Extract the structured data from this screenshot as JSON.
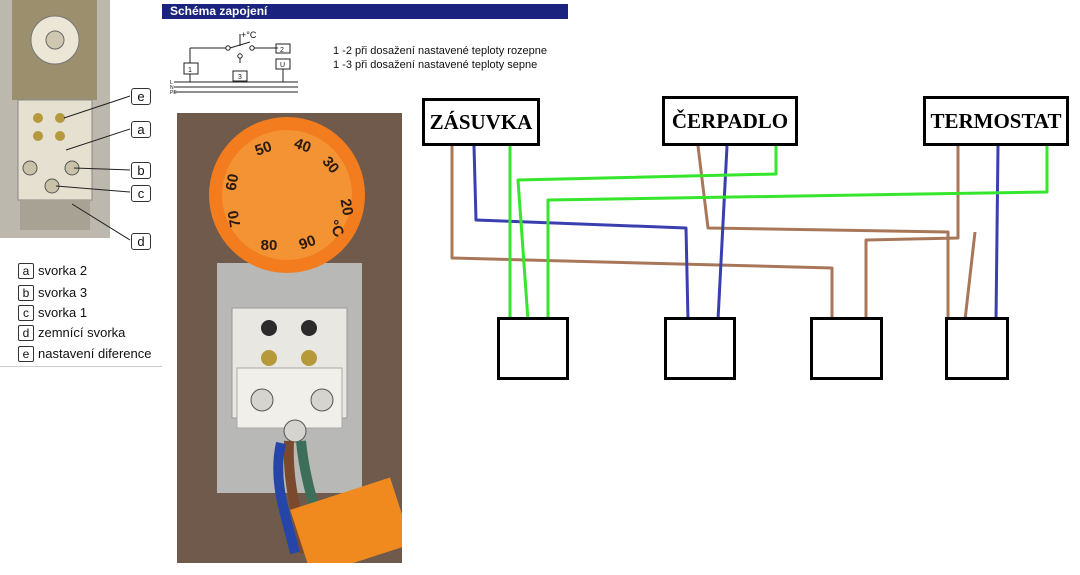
{
  "header": {
    "title": "Schéma zapojení"
  },
  "circuit": {
    "temp_label": "+°C",
    "terminals": [
      "1",
      "2",
      "3",
      "U"
    ],
    "bus_labels": [
      "L",
      "N",
      "PE"
    ]
  },
  "notes": [
    "1 -2 při dosažení nastavené teploty rozepne",
    "1 -3 při dosažení nastavené teploty sepne"
  ],
  "callouts": [
    "e",
    "a",
    "b",
    "c",
    "d"
  ],
  "legend": [
    {
      "key": "a",
      "label": "svorka 2"
    },
    {
      "key": "b",
      "label": "svorka 3"
    },
    {
      "key": "c",
      "label": "svorka 1"
    },
    {
      "key": "d",
      "label": "zemnící svorka"
    },
    {
      "key": "e",
      "label": "nastavení diference"
    }
  ],
  "dial": {
    "ticks": [
      "20",
      "30",
      "40",
      "50",
      "60",
      "70",
      "80",
      "90",
      "°C"
    ]
  },
  "diagram": {
    "labels": [
      "ZÁSUVKA",
      "ČERPADLO",
      "TERMOSTAT"
    ],
    "colors": {
      "brown": "#a8775a",
      "blue": "#3a3fb0",
      "green": "#35e62c"
    }
  }
}
